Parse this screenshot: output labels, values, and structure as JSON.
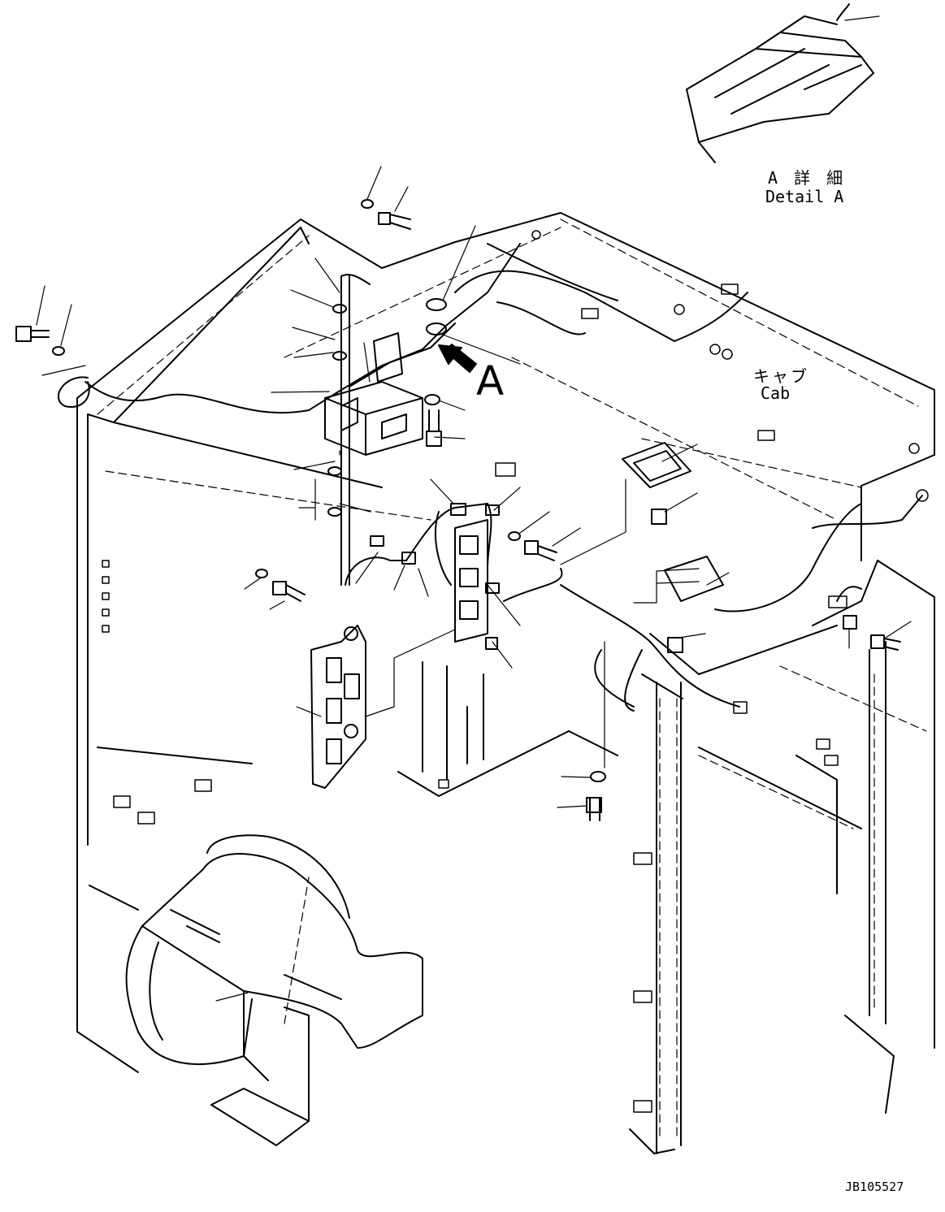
{
  "labels": {
    "detail_jp": "A 詳 細",
    "detail_en": "Detail A",
    "view_letter": "A",
    "cab_jp": "キャブ",
    "cab_en": "Cab",
    "drawing_number": "JB105527"
  },
  "colors": {
    "ink": "#000000",
    "paper": "#ffffff"
  }
}
